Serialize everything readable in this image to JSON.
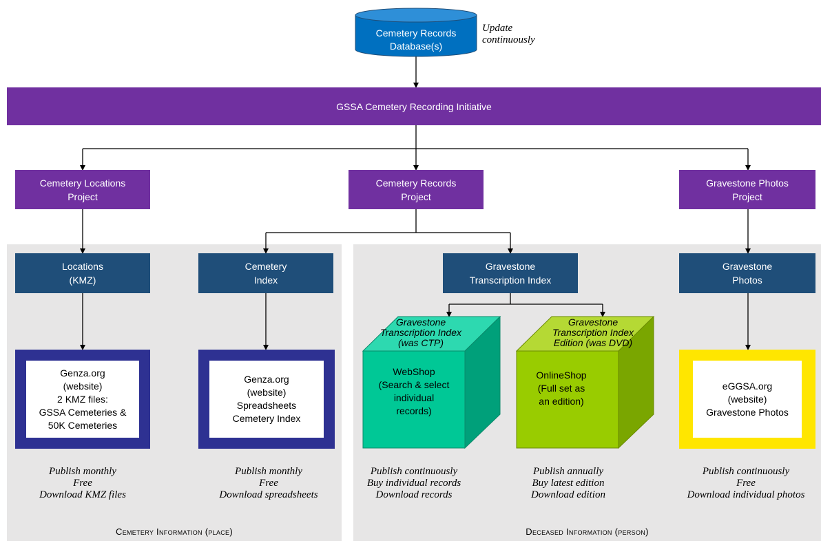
{
  "database": {
    "label": "Cemetery Records\nDatabase(s)",
    "note": "Update\ncontinuously"
  },
  "initiative": {
    "label": "GSSA Cemetery Recording Initiative"
  },
  "projects": {
    "locations": "Cemetery Locations\nProject",
    "records": "Cemetery  Records\nProject",
    "photos": "Gravestone Photos\nProject"
  },
  "outputs": {
    "locations": "Locations\n(KMZ)",
    "cemetery_index": "Cemetery\nIndex",
    "transcription_index": "Gravestone\nTranscription Index",
    "photos": "Gravestone\nPhotos"
  },
  "products": {
    "genza_kmz": "Genza.org\n(website)\n2 KMZ files:\nGSSA Cemeteries &\n50K Cemeteries",
    "genza_index": "Genza.org\n(website)\nSpreadsheets\nCemetery Index",
    "webshop_title": "Gravestone\nTranscription Index\n(was CTP)",
    "webshop_body": "WebShop\n(Search & select\nindividual\nrecords)",
    "onlineshop_title": "Gravestone\nTranscription Index\nEdition (was DVD)",
    "onlineshop_body": "OnlineShop\n(Full set as\nan edition)",
    "eggsa": "eGGSA.org\n(website)\nGravestone Photos"
  },
  "notes": {
    "kmz": "Publish monthly\nFree\nDownload KMZ files",
    "index": "Publish monthly\nFree\nDownload spreadsheets",
    "webshop": "Publish continuously\nBuy individual records\nDownload records",
    "onlineshop": "Publish annually\nBuy latest edition\nDownload edition",
    "photos": "Publish continuously\nFree\nDownload individual photos"
  },
  "captions": {
    "place": "Cemetery Information (place)",
    "person": "Deceased Information (person)"
  },
  "colors": {
    "purple": "#7030a0",
    "navy": "#1f4e79",
    "db_blue": "#0070c0",
    "frame_indigo": "#2e3192",
    "frame_yellow": "#ffe600",
    "teal": "#00c896",
    "lime": "#99cc00",
    "panel_grey": "#e7e6e6"
  }
}
